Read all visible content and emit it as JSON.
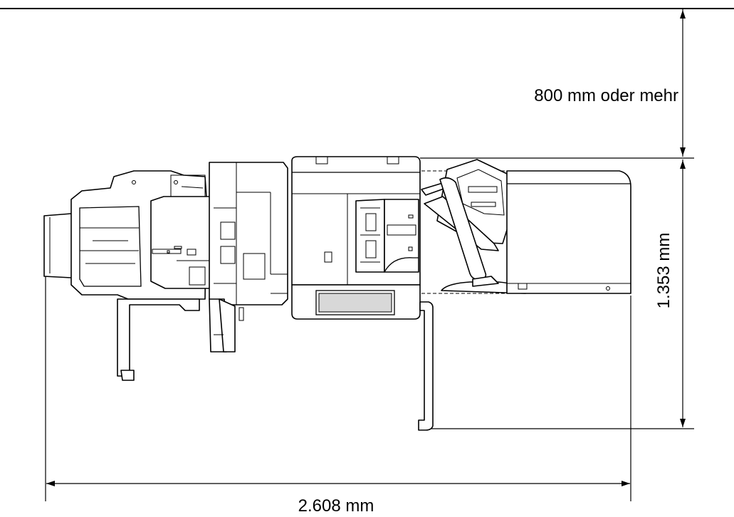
{
  "dimensions": {
    "clearance_label": "800 mm oder mehr",
    "depth_label": "1.353 mm",
    "width_label": "2.608 mm"
  },
  "colors": {
    "line": "#000000",
    "background": "#ffffff"
  }
}
